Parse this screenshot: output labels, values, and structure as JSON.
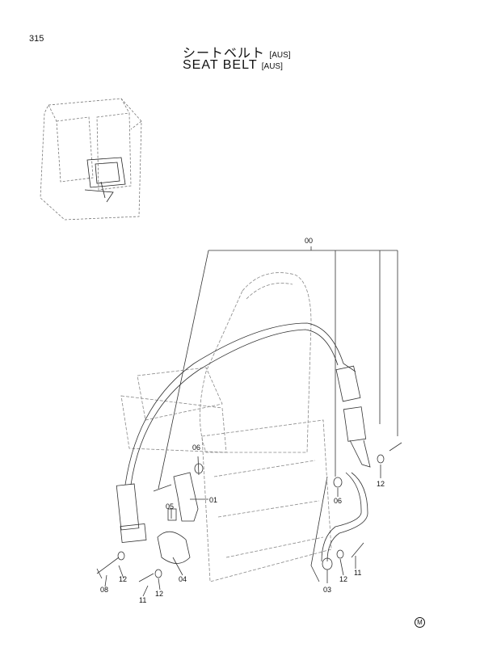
{
  "page_number": "315",
  "title_jp": "シートベルト",
  "title_jp_suffix": "[AUS]",
  "title_en": "SEAT BELT",
  "title_en_suffix": "[AUS]",
  "parts": [
    {
      "id": "p00",
      "label": "00"
    },
    {
      "id": "p01",
      "label": "01"
    },
    {
      "id": "p03",
      "label": "03"
    },
    {
      "id": "p04",
      "label": "04"
    },
    {
      "id": "p05",
      "label": "05"
    },
    {
      "id": "p06a",
      "label": "06"
    },
    {
      "id": "p06b",
      "label": "06"
    },
    {
      "id": "p08",
      "label": "08"
    },
    {
      "id": "p11a",
      "label": "11"
    },
    {
      "id": "p11b",
      "label": "11"
    },
    {
      "id": "p12a",
      "label": "12"
    },
    {
      "id": "p12b",
      "label": "12"
    },
    {
      "id": "p12c",
      "label": "12"
    },
    {
      "id": "p12d",
      "label": "12"
    }
  ],
  "stamp": "M"
}
